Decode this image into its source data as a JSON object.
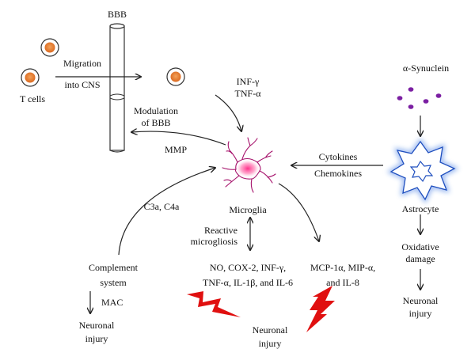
{
  "labels": {
    "bbb": "BBB",
    "t_cells": "T cells",
    "migration_line1": "Migration",
    "migration_line2": "into CNS",
    "inf_gamma": "INF-γ",
    "tnf_alpha": "TNF-α",
    "alpha_synuclein": "α-Synuclein",
    "modulation_line1": "Modulation",
    "modulation_line2": "of BBB",
    "mmp": "MMP",
    "cytokines": "Cytokines",
    "chemokines": "Chemokines",
    "c3a_c4a": "C3a, C4a",
    "microglia": "Microglia",
    "astrocyte": "Astrocyte",
    "reactive_line1": "Reactive",
    "reactive_line2": "microgliosis",
    "oxidative_line1": "Oxidative",
    "oxidative_line2": "damage",
    "complement_line1": "Complement",
    "complement_line2": "system",
    "mediators_line1": "NO, COX-2, INF-γ,",
    "mediators_line2": "TNF-α, IL-1β, and IL-6",
    "chemokines_list_line1": "MCP-1α, MIP-α,",
    "chemokines_list_line2": "and IL-8",
    "mac": "MAC",
    "neuronal_injury_right_line1": "Neuronal",
    "neuronal_injury_right_line2": "injury",
    "neuronal_injury_left_line1": "Neuronal",
    "neuronal_injury_left_line2": "injury",
    "neuronal_injury_center_line1": "Neuronal",
    "neuronal_injury_center_line2": "injury"
  },
  "colors": {
    "t_cell_core": "#e2761f",
    "synuclein": "#7b1fa2",
    "astrocyte_glow": "#2f6fe0",
    "microglia_outline": "#a5106a",
    "microglia_core": "#ff2f8a",
    "lightning": "#e01010",
    "line": "#222222"
  }
}
